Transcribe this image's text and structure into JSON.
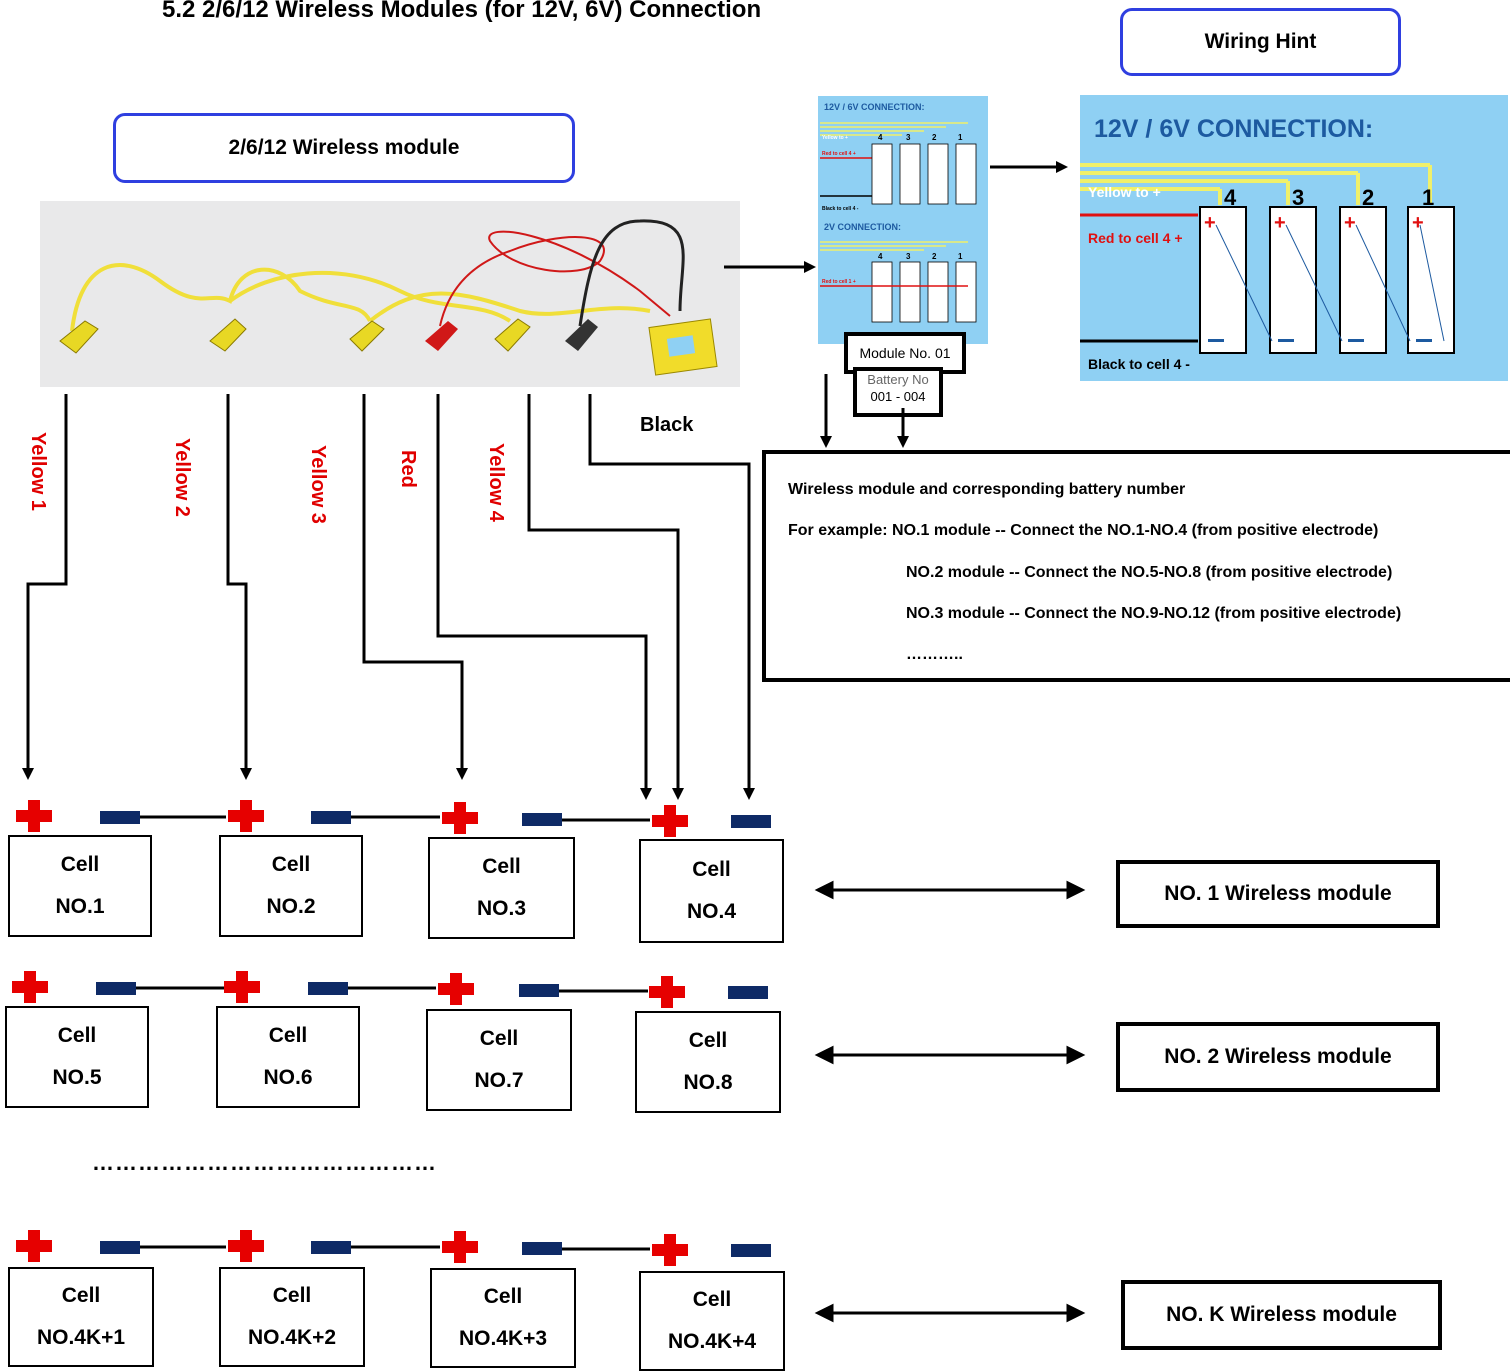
{
  "title": "5.2   2/6/12 Wireless Modules (for 12V, 6V) Connection",
  "module_label": "2/6/12 Wireless module",
  "wiring_hint_label": "Wiring Hint",
  "wire_labels": [
    "Yellow 1",
    "Yellow 2",
    "Yellow 3",
    "Red",
    "Yellow 4",
    "Black"
  ],
  "thumb": {
    "title_12v": "12V / 6V CONNECTION:",
    "title_2v": "2V CONNECTION:",
    "yellow_to": "Yellow to +",
    "red_to_cell4": "Red to cell 4 +",
    "red_to_cell1": "Red to cell 1 +",
    "black_to_cell4": "Black to cell 4 -",
    "numbers": [
      "4",
      "3",
      "2",
      "1"
    ]
  },
  "big_hint": {
    "title": "12V / 6V CONNECTION:",
    "yellow_to": "Yellow to +",
    "red_to_cell4": "Red to cell 4 +",
    "black_to_cell4": "Black to cell 4 -",
    "numbers": [
      "4",
      "3",
      "2",
      "1"
    ]
  },
  "device_label": {
    "module_no": "Module No. 01",
    "battery_no": "Battery No",
    "battery_range": "001 - 004"
  },
  "info": {
    "line1": "Wireless module  and corresponding battery number",
    "line2": "For example: NO.1 module -- Connect the NO.1-NO.4 (from positive electrode)",
    "line3": "NO.2 module -- Connect the NO.5-NO.8 (from positive electrode)",
    "line4": "NO.3 module -- Connect the NO.9-NO.12 (from positive electrode)",
    "line5": "……….."
  },
  "groups": [
    {
      "cells": [
        {
          "label": "Cell",
          "no": "NO.1"
        },
        {
          "label": "Cell",
          "no": "NO.2"
        },
        {
          "label": "Cell",
          "no": "NO.3"
        },
        {
          "label": "Cell",
          "no": "NO.4"
        }
      ],
      "module": "NO. 1 Wireless module"
    },
    {
      "cells": [
        {
          "label": "Cell",
          "no": "NO.5"
        },
        {
          "label": "Cell",
          "no": "NO.6"
        },
        {
          "label": "Cell",
          "no": "NO.7"
        },
        {
          "label": "Cell",
          "no": "NO.8"
        }
      ],
      "module": "NO. 2 Wireless module"
    },
    {
      "cells": [
        {
          "label": "Cell",
          "no": "NO.4K+1"
        },
        {
          "label": "Cell",
          "no": "NO.4K+2"
        },
        {
          "label": "Cell",
          "no": "NO.4K+3"
        },
        {
          "label": "Cell",
          "no": "NO.4K+4"
        }
      ],
      "module": "NO. K Wireless module"
    }
  ],
  "ellipsis": "………………………………………",
  "colors": {
    "plus": "#e60000",
    "minus": "#0e2a66",
    "wire_label": "#e00000",
    "box_border": "#2f3fe0",
    "hint_bg": "#8fd0f3",
    "yellow_wire": "#f3e33a"
  }
}
